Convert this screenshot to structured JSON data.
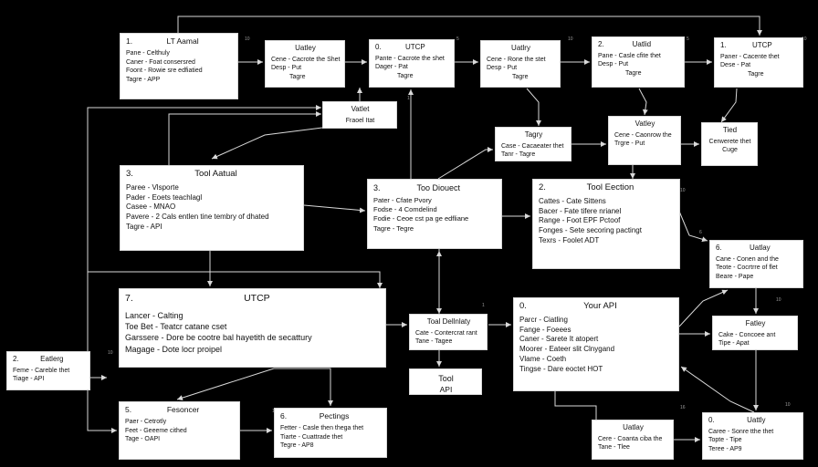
{
  "diagram": {
    "nodes": [
      {
        "id": "n1",
        "num": "1.",
        "title": "LT Aamal",
        "rows": [
          "Pane - Celthuly",
          "Caner - Foat consersred",
          "Foont - Rowie sre edfiatied",
          "Tagre - APP"
        ]
      },
      {
        "id": "n2",
        "num": "",
        "title": "Uatley",
        "rows": [
          "Cene - Cacrote the Shet",
          "Desp - Put",
          "Tagre"
        ]
      },
      {
        "id": "n3",
        "num": "0.",
        "title": "UTCP",
        "rows": [
          "Pante - Cacrote the shet",
          "Dager - Pat",
          "Tagre"
        ]
      },
      {
        "id": "n4",
        "num": "",
        "title": "Uatlry",
        "rows": [
          "Cene - Rone the stet",
          "Desp - Put",
          "Tagre"
        ]
      },
      {
        "id": "n5",
        "num": "2.",
        "title": "Uatlid",
        "rows": [
          "Pane - Casle cfite thet",
          "Desp - Put",
          "Tagre"
        ]
      },
      {
        "id": "n6",
        "num": "1.",
        "title": "UTCP",
        "rows": [
          "Paner - Cacente thet",
          "Dese - Pat",
          "Tagre"
        ]
      },
      {
        "id": "n7",
        "num": "",
        "title": "Vatlet",
        "rows": [
          "Fraoel Itat"
        ]
      },
      {
        "id": "n8",
        "num": "",
        "title": "Tagry",
        "rows": [
          "Case - Cacaeater thet",
          "Tanr - Tagre"
        ]
      },
      {
        "id": "n9",
        "num": "",
        "title": "Vatley",
        "rows": [
          "Cene - Caonrow the",
          "Trgre - Put"
        ]
      },
      {
        "id": "n10",
        "num": "",
        "title": "Tied",
        "rows": [
          "Cerwerete thet",
          "Cuge"
        ]
      },
      {
        "id": "n11",
        "num": "3.",
        "title": "Tool Aatual",
        "rows": [
          "Paree - Vlsporte",
          "Pader - Eoets teachlagl",
          "Casee - MNAO",
          "Pavere - 2 Cals entlen tine tembry of dhated",
          "Tagre - API"
        ]
      },
      {
        "id": "n12",
        "num": "3.",
        "title": "Too Diouect",
        "rows": [
          "Pater - Cfate Pvory",
          "Fodse - 4 Comdelind",
          "Fodie - Ceoe cst pa ge edfliane",
          "Tagre - Tegre"
        ]
      },
      {
        "id": "n13",
        "num": "2.",
        "title": "Tool Eection",
        "rows": [
          "Cattes - Cate Sittens",
          "Bacer - Fate tifere nrianel",
          "Range - Foot EPF Pctoof",
          "Fonges - Sete secoring pactingt",
          "Texrs - Foolet ADT"
        ]
      },
      {
        "id": "n14",
        "num": "6.",
        "title": "Uatlay",
        "rows": [
          "Cane - Conen and the",
          "Teote - Cocrtrre of flet",
          "Beare - Pape"
        ]
      },
      {
        "id": "n15",
        "num": "7.",
        "title": "UTCP",
        "rows": [
          "Lancer - Calting",
          "Toe Bet - Teatcr catane cset",
          "Garssere - Dore be cootre bal hayetith de secattury",
          "Magage - Dote locr proipel"
        ]
      },
      {
        "id": "n16",
        "num": "",
        "title": "Toal Dellnlaty",
        "rows": [
          "Cate - Contercrat rant",
          "Tane - Tagee"
        ]
      },
      {
        "id": "n17",
        "num": "0.",
        "title": "Your API",
        "rows": [
          "Parcr - Ciatling",
          "Fange - Foeees",
          "Caner - Sarete It atopert",
          "Moorer - Eateer slit Clnygand",
          "Vlame - Coeth",
          "Tingse - Dare eoctet HOT"
        ]
      },
      {
        "id": "n18",
        "num": "",
        "title": "Fatley",
        "rows": [
          "Cake - Concoee ant",
          "Tipe - Apat"
        ]
      },
      {
        "id": "n19",
        "num": "",
        "title": "Tool",
        "rows": [
          "API"
        ]
      },
      {
        "id": "n20",
        "num": "2.",
        "title": "Eatlerg",
        "rows": [
          "Feme - Careble thet",
          "Tiage - API"
        ]
      },
      {
        "id": "n21",
        "num": "5.",
        "title": "Fesoncer",
        "rows": [
          "Paer - Cetrotly",
          "Feet - Geeeme cithed",
          "Tage - OAPI"
        ]
      },
      {
        "id": "n22",
        "num": "6.",
        "title": "Pectings",
        "rows": [
          "Fetter - Casle then thega thet",
          "Tiarte - Cuattrade thet",
          "Tegre - AP8"
        ]
      },
      {
        "id": "n23",
        "num": "",
        "title": "Uatlay",
        "rows": [
          "Cere - Coanta ciba the",
          "Tane - Tlee"
        ]
      },
      {
        "id": "n24",
        "num": "0.",
        "title": "Uattly",
        "rows": [
          "Caree - Sonre tthe thet",
          "Topte - Tipe",
          "Teree - AP9"
        ]
      }
    ]
  },
  "colors": {
    "background": "#000000",
    "node": "#ffffff",
    "edge": "#d9d9d9",
    "text": "#111111"
  }
}
